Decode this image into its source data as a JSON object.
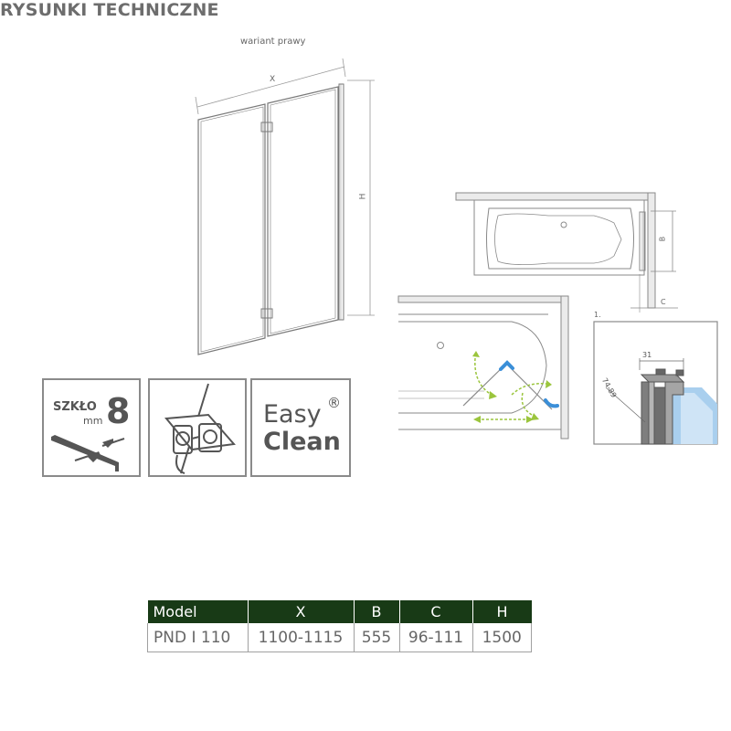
{
  "header": {
    "title": "RYSUNKI TECHNICZNE"
  },
  "front_view": {
    "variant_label": "wariant prawy",
    "dim_x": "X",
    "dim_h": "H"
  },
  "top_view": {
    "dim_b": "B",
    "dim_c": "C"
  },
  "detail": {
    "number": "1.",
    "dim_width": "31",
    "dim_range": "74-89"
  },
  "badges": {
    "glass": {
      "label": "SZKŁO",
      "unit": "mm",
      "value": "8"
    },
    "easy_clean": {
      "line1": "Easy",
      "line2": "Clean",
      "mark": "®"
    }
  },
  "spec_table": {
    "headers": [
      "Model",
      "X",
      "B",
      "C",
      "H"
    ],
    "rows": [
      [
        "PND I 110",
        "1100-1115",
        "555",
        "96-111",
        "1500"
      ]
    ]
  },
  "colors": {
    "table_header": "#183a16",
    "accent_blue": "#3b8fd8",
    "accent_green": "#9bc53d",
    "line_gray": "#8a8a8a"
  }
}
